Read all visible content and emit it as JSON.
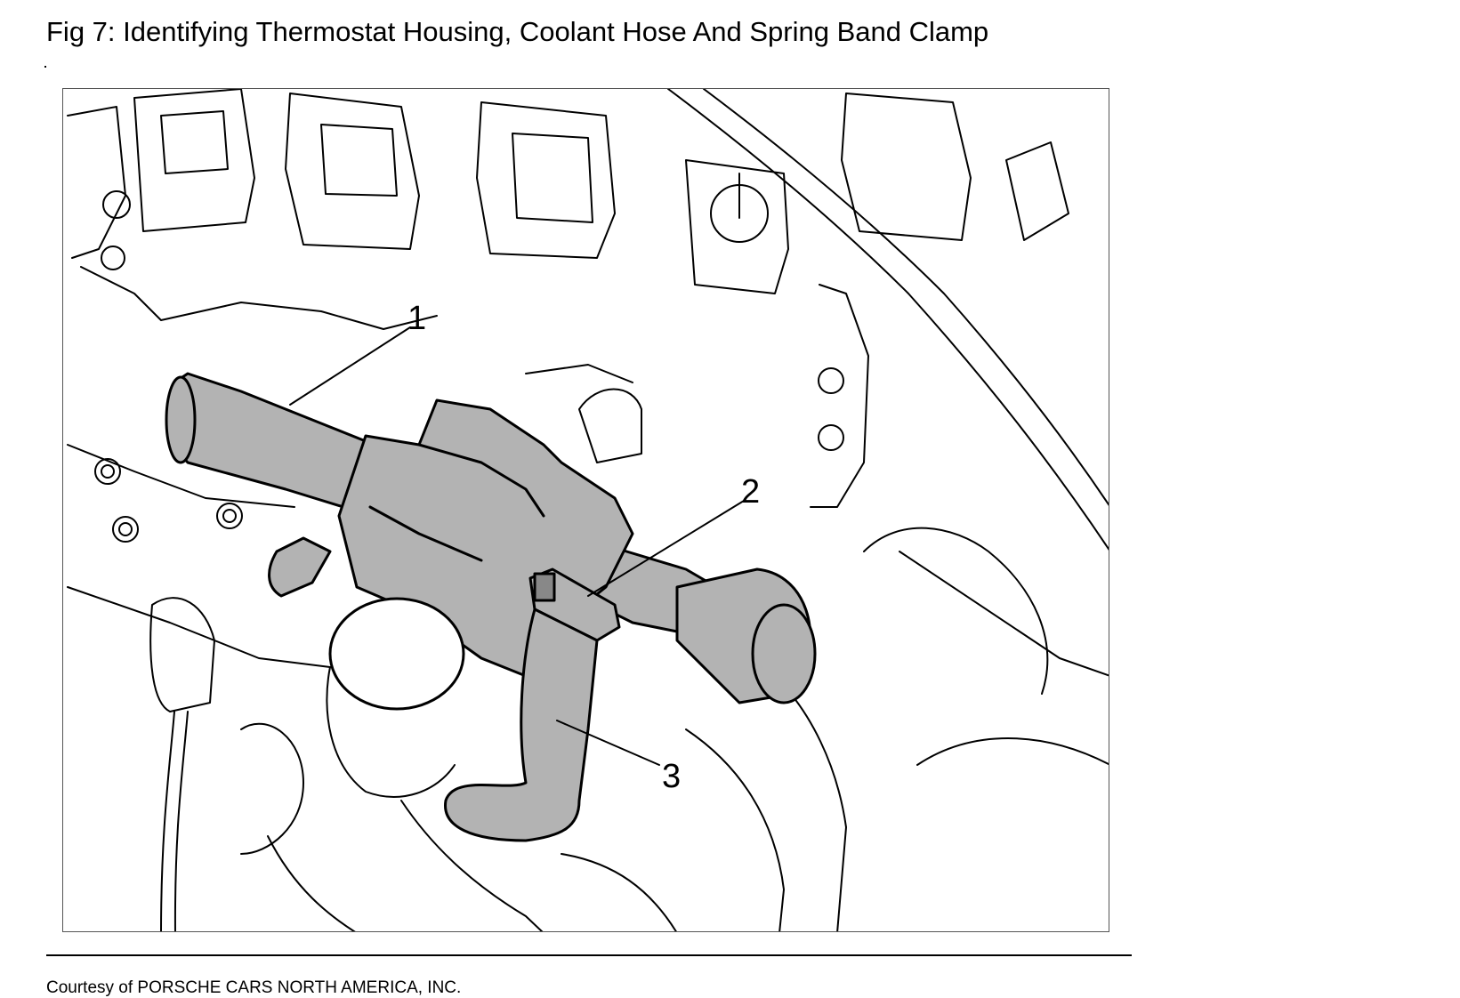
{
  "figure": {
    "title": "Fig 7: Identifying Thermostat Housing, Coolant Hose And Spring Band Clamp",
    "callouts": [
      "1",
      "2",
      "3"
    ],
    "credit": "Courtesy of PORSCHE CARS NORTH AMERICA, INC.",
    "colors": {
      "line": "#000000",
      "highlight": "#b3b3b3",
      "background": "#ffffff"
    }
  }
}
